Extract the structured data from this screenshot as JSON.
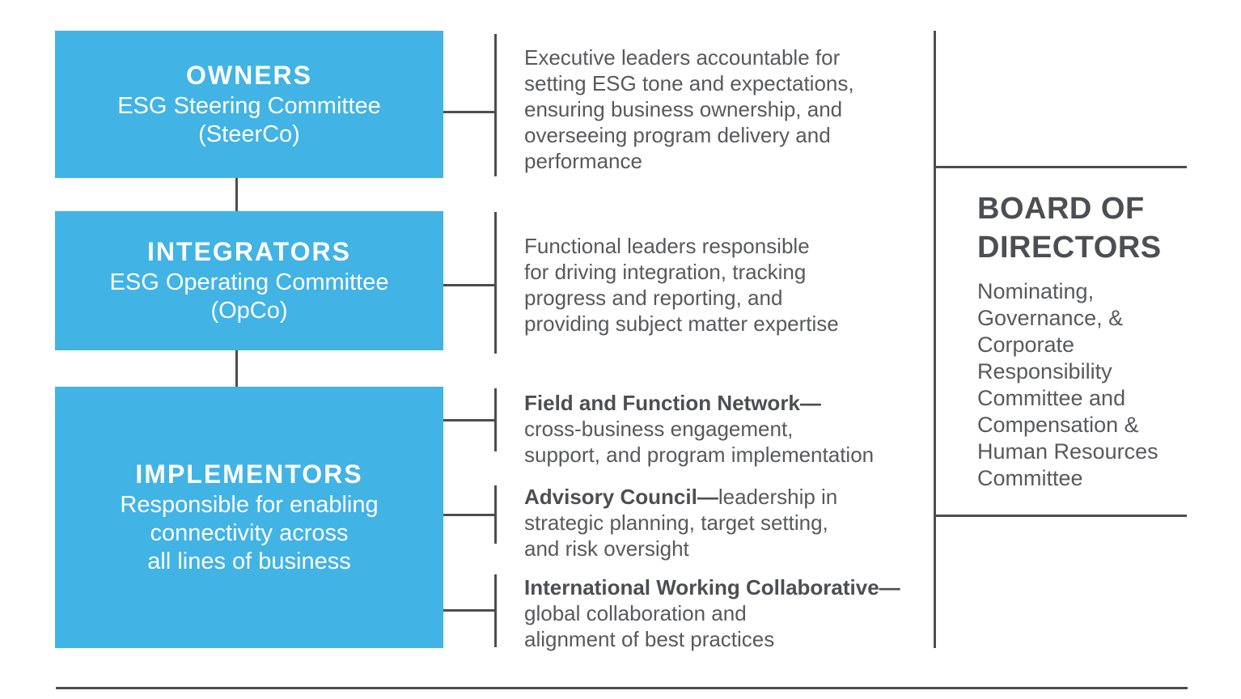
{
  "colors": {
    "box_blue": "#41b3e5",
    "text_gray": "#58595b",
    "title_dark": "#4d4e53",
    "line_color": "#4c4d4f"
  },
  "boxes": [
    {
      "title": "OWNERS",
      "subtitle": "ESG Steering Committee\n(SteerCo)",
      "description": "Executive leaders accountable for\nsetting ESG tone and expectations,\nensuring business ownership, and\noverseeing program delivery and\nperformance"
    },
    {
      "title": "INTEGRATORS",
      "subtitle": "ESG Operating Committee\n(OpCo)",
      "description": "Functional leaders responsible\nfor driving integration, tracking\nprogress and reporting, and\nproviding subject matter expertise"
    },
    {
      "title": "IMPLEMENTORS",
      "subtitle": "Responsible for enabling\nconnectivity across\nall lines of business"
    }
  ],
  "implementor_groups": [
    {
      "lead": "Field and Function Network—",
      "rest": "\ncross-business engagement,\nsupport, and program implementation"
    },
    {
      "lead": "Advisory Council—",
      "rest": "leadership in\nstrategic planning, target setting,\nand risk oversight"
    },
    {
      "lead": "International Working Collaborative—",
      "rest": "\nglobal collaboration and\nalignment of best practices"
    }
  ],
  "board": {
    "title": "BOARD OF\nDIRECTORS",
    "body": "Nominating,\nGovernance, &\nCorporate\nResponsibility\nCommittee and\nCompensation &\nHuman Resources\nCommittee"
  }
}
